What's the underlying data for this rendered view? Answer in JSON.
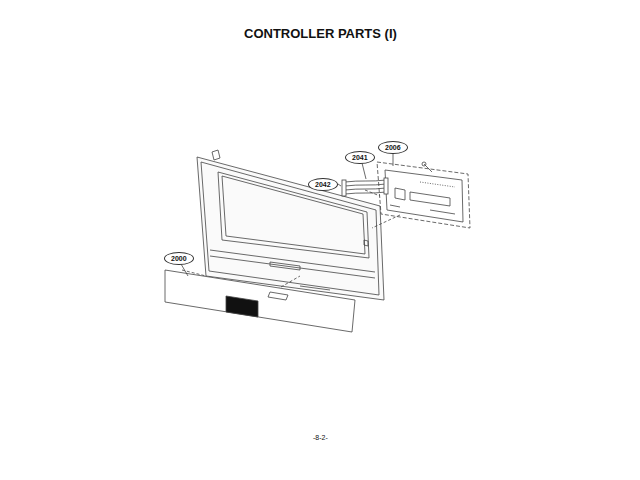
{
  "diagram": {
    "title": "CONTROLLER PARTS (I)",
    "nodes": [
      {
        "text": [
          "2006"
        ]
      },
      {
        "text": [
          "2041"
        ]
      },
      {
        "text": [
          "2042"
        ]
      },
      {
        "text": [
          "2000"
        ]
      }
    ],
    "edges": [],
    "labels": [
      "-8-2-"
    ]
  }
}
